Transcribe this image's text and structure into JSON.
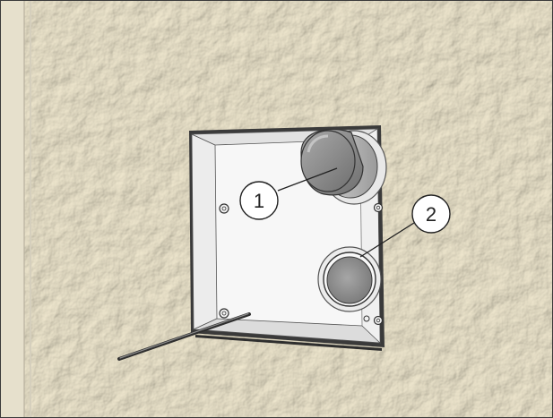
{
  "figure": {
    "callouts": [
      {
        "number": "1",
        "target": "upper-pipe-opening"
      },
      {
        "number": "2",
        "target": "lower-pipe-opening"
      }
    ],
    "colors": {
      "wall": "#ebe6d5",
      "wall_texture": "#d9d2bd",
      "wall_edge": "#c9c2ae",
      "box_face": "#ffffff",
      "box_outline": "#2b2b2b",
      "pipe_gray": "#8e8e8e",
      "callout_stroke": "#222222"
    },
    "icons": {
      "screw": "screw-icon",
      "rod": "rod-icon"
    }
  }
}
